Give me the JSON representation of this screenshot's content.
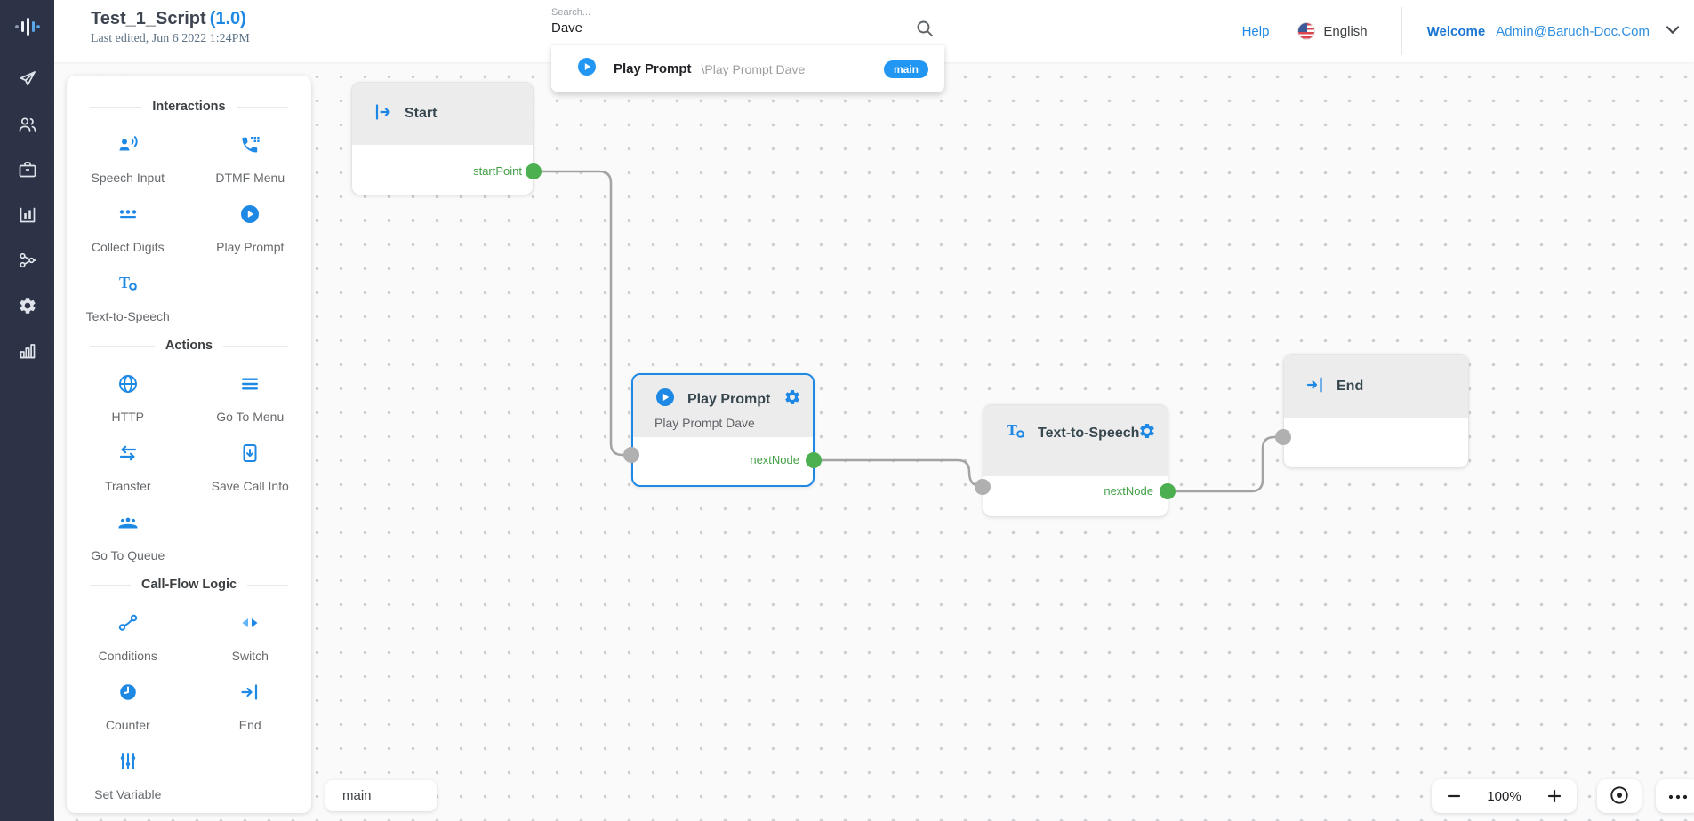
{
  "header": {
    "title": "Test_1_Script",
    "version": "(1.0)",
    "last_edited": "Last edited, Jun 6 2022 1:24PM",
    "search_label": "Search...",
    "search_value": "Dave",
    "result_title": "Play Prompt",
    "result_path": "\\Play Prompt Dave",
    "result_badge": "main",
    "help": "Help",
    "language": "English",
    "welcome": "Welcome",
    "user": "Admin@Baruch-Doc.Com"
  },
  "rail": {
    "icons": [
      "waveform-logo",
      "launch",
      "users",
      "briefcase",
      "analytics",
      "call-flow",
      "settings",
      "reports"
    ]
  },
  "palette": {
    "sections": [
      {
        "title": "Interactions",
        "items": [
          {
            "label": "Speech Input",
            "icon": "speech-input-icon"
          },
          {
            "label": "DTMF Menu",
            "icon": "dtmf-menu-icon"
          },
          {
            "label": "Collect Digits",
            "icon": "collect-digits-icon"
          },
          {
            "label": "Play Prompt",
            "icon": "play-prompt-icon"
          },
          {
            "label": "Text-to-Speech",
            "icon": "text-to-speech-icon"
          }
        ]
      },
      {
        "title": "Actions",
        "items": [
          {
            "label": "HTTP",
            "icon": "http-icon"
          },
          {
            "label": "Go To Menu",
            "icon": "go-to-menu-icon"
          },
          {
            "label": "Transfer",
            "icon": "transfer-icon"
          },
          {
            "label": "Save Call Info",
            "icon": "save-call-info-icon"
          },
          {
            "label": "Go To Queue",
            "icon": "go-to-queue-icon"
          }
        ]
      },
      {
        "title": "Call-Flow Logic",
        "items": [
          {
            "label": "Conditions",
            "icon": "conditions-icon"
          },
          {
            "label": "Switch",
            "icon": "switch-icon"
          },
          {
            "label": "Counter",
            "icon": "counter-icon"
          },
          {
            "label": "End",
            "icon": "end-icon"
          },
          {
            "label": "Set Variable",
            "icon": "set-variable-icon"
          }
        ]
      }
    ]
  },
  "canvas": {
    "nodes": {
      "start": {
        "title": "Start",
        "output": "startPoint"
      },
      "play": {
        "title": "Play Prompt",
        "subtitle": "Play Prompt Dave",
        "output": "nextNode",
        "selected": true
      },
      "tts": {
        "title": "Text-to-Speech",
        "output": "nextNode"
      },
      "end": {
        "title": "End"
      }
    },
    "tab": "main",
    "controls": {
      "zoom_value": "100%"
    }
  },
  "colors": {
    "accent": "#1e88e5",
    "badge": "#2196f3",
    "connector_green": "#4caf50",
    "label_green": "#43a047",
    "rail_bg": "#2c3346",
    "node_header": "#ececec",
    "canvas_bg": "#fafafa"
  }
}
